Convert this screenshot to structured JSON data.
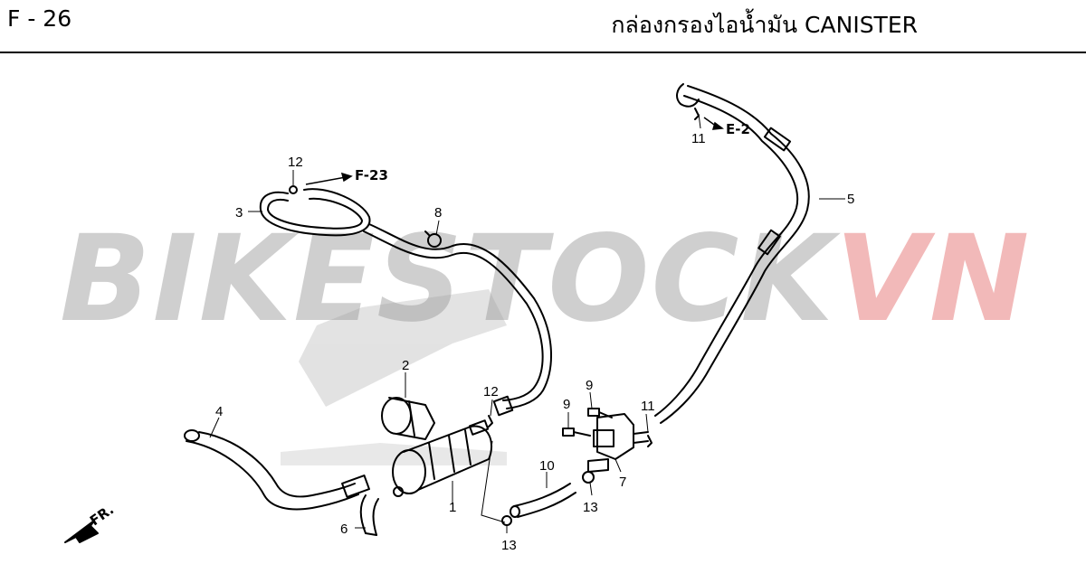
{
  "header": {
    "page_code": "F - 26",
    "title": "กล่องกรองไอน้ำมัน  CANISTER"
  },
  "watermark": {
    "part1": "BIKESTOCK",
    "part2": "VN",
    "color1": "#cfcfcf",
    "color2": "#f2b9b9"
  },
  "callouts": {
    "c1": "1",
    "c2": "2",
    "c3": "3",
    "c4": "4",
    "c5": "5",
    "c6": "6",
    "c7": "7",
    "c8": "8",
    "c9a": "9",
    "c9b": "9",
    "c10": "10",
    "c11a": "11",
    "c11b": "11",
    "c12a": "12",
    "c12b": "12",
    "c13a": "13",
    "c13b": "13"
  },
  "references": {
    "f23": "F-23",
    "e2": "E-2",
    "front": "FR."
  }
}
